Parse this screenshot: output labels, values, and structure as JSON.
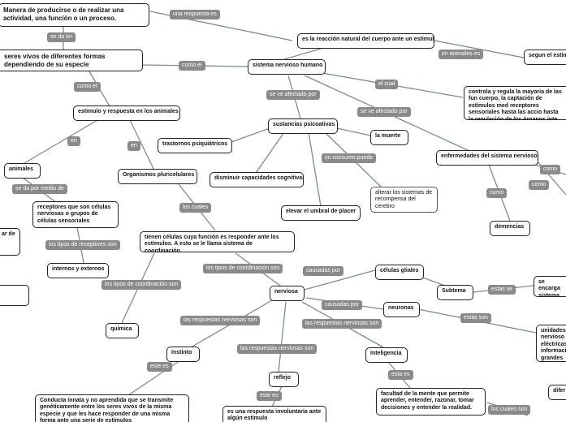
{
  "nodes": {
    "manera": "Manera de producirse o de realizar una actividad, una función o un proceso.",
    "seres_vivos": "seres vivos de diferentes formas dependiendo de su especie",
    "sistema_nervioso_humano": "sistema nervioso humano",
    "reaccion": "es la reacción natural del cuerpo ante un estimulo",
    "segun": "segun el estim",
    "controla": "controla y regula la mayoria de las fun cuerpo, la captación de estímulos med receptores sensoriales hasta las accio hasta la regulación de los órganos inte",
    "estimulo_respuesta": "estimulo y respuesta en los animales",
    "sustancias": "sustancias psicoativas",
    "la_muerte": "la muerte",
    "trastornos": "trastornos psiquiátricos",
    "enfermedades": "enfermedades del sistema nervioso",
    "animales": "animales",
    "organismos": "Organismos pluricelulares",
    "disminuir": "disminuir capacidades cognitivas",
    "alterar": "alterar los sistemas de recompensa del cerebro",
    "elevar": "elevar el umbral de placer",
    "demencias": "demencias",
    "receptores": "receptores que son células nerviosas o grupos de células sensoriales",
    "ar_de": "ar de",
    "tienen_celulas": "tienen células cuya función es responder ante los estímulos. A esto se le llama sistema de coordinación,",
    "internos": "internos y externos",
    "celulas_gliales": "células gliales",
    "subtema": "Subtema",
    "se_encarga": "se encarga sistema ne",
    "nerviosa": "nerviosa",
    "neuronas": "neuronas",
    "quimica": "quimica",
    "unidades": "unidades nervioso eléctricas información grandes d",
    "instinto": "Instinto",
    "inteligencia": "Inteligencia",
    "reflejo": "reflejo",
    "facultad": "facultad de la mente que permite aprender, entender, razonar, tomar decisiones y entender la realidad.",
    "difer": "difer",
    "conducta": "Conducta innata y no aprendida que se transmite genéticamente entre los seres vivos de la misma especie y que les hace responder de una misma forma ante una serie de estímulos",
    "respuesta_involuntaria": "es una respuesta involuntaria ante algún estímulo"
  },
  "labels": {
    "una_respuesta_es": "una respuesta es",
    "se_da_en": "se da en",
    "como_el_1": "como el",
    "como_el_2": "como el",
    "en_animales_es": "en animales es",
    "el_cual": "el cual",
    "se_ve_afectado_por_1": "se ve afectado por",
    "se_ve_afectado_por_2": "se ve afectado por",
    "en_1": "en",
    "en_2": "en",
    "su_consumo_puede": "su consumo puede",
    "como_1": "como",
    "como_2": "como",
    "como_3": "como",
    "se_da_por_medio_de": "se da por medio de",
    "los_cuales_1": "los cuales",
    "los_tipos_de_receptores_son": "los tipos de receptores son",
    "los_tipos_de_coordinacion_son_1": "los tipos de coordinación son",
    "los_tipos_de_coordinacion_son_2": "los tipos de coordinación son",
    "causadas_por_1": "causadas por",
    "causadas_por_2": "causadas por",
    "estas_se": "estas se",
    "estas_son": "estas son",
    "las_respuestas_nerviosas_son_1": "las respuestas nerviosas son",
    "las_respuestas_nerviosas_son_2": "las respuestas nerviosas son",
    "las_respuestas_nerviosas_son_3": "las respuestas nerviosas son",
    "este_es_1": "este es",
    "este_es_2": "este es",
    "esta_es": "esta es",
    "los_cuales_son": "los cuales son"
  }
}
